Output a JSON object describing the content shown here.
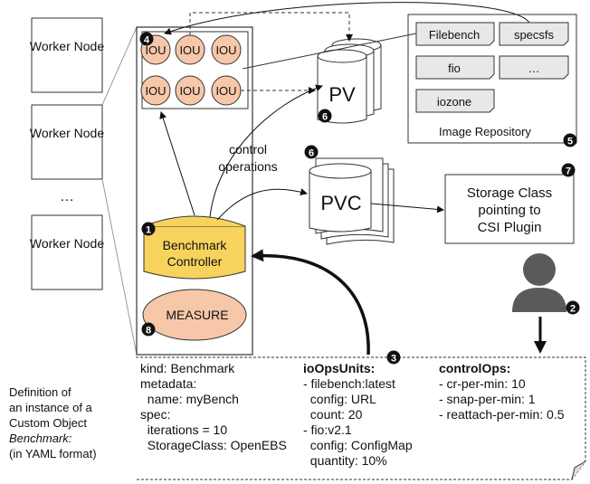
{
  "worker_nodes": [
    "Worker Node",
    "Worker Node",
    "Worker Node"
  ],
  "worker_ellipsis": "…",
  "iou_label": "IOU",
  "pv_label": "PV",
  "pvc_label": "PVC",
  "image_repository": {
    "title": "Image Repository",
    "images": [
      "Filebench",
      "specsfs",
      "fio",
      "…",
      "iozone"
    ]
  },
  "storage_class": [
    "Storage Class",
    "pointing to",
    "CSI Plugin"
  ],
  "benchmark_controller": [
    "Benchmark",
    "Controller"
  ],
  "measure_label": "MEASURE",
  "control_operations": [
    "control",
    "operations"
  ],
  "badges": [
    "1",
    "2",
    "3",
    "4",
    "5",
    "6",
    "6",
    "7",
    "8"
  ],
  "definition_caption": [
    "Definition of",
    "an instance of a",
    "Custom Object",
    "Benchmark:",
    "(in YAML format)"
  ],
  "yaml": {
    "col1": [
      "kind: Benchmark",
      "metadata:",
      "  name: myBench",
      "spec:",
      "  iterations = 10",
      "  StorageClass: OpenEBS"
    ],
    "col2_title": "ioOpsUnits:",
    "col2": [
      "- filebench:latest",
      "  config: URL",
      "  count: 20",
      "- fio:v2.1",
      "  config: ConfigMap",
      "  quantity: 10%"
    ],
    "col3_title": "controlOps:",
    "col3": [
      "- cr-per-min: 10",
      "- snap-per-min: 1",
      "- reattach-per-min: 0.5"
    ]
  },
  "colors": {
    "iou_fill": "#f6c7a8",
    "controller_fill": "#f7d35e",
    "measure_fill": "#f6c7a8",
    "user_fill": "#5a5a5a"
  }
}
